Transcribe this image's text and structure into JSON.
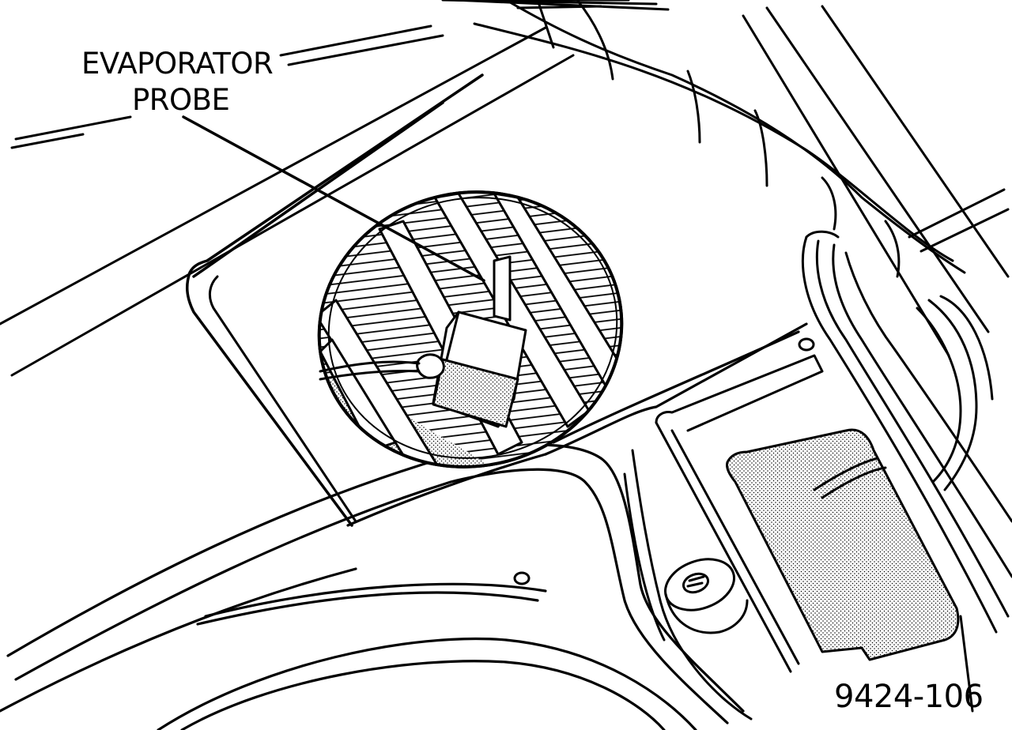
{
  "callout": {
    "line1": "EVAPORATOR",
    "line2": "PROBE"
  },
  "figure": {
    "number": "9424-106"
  },
  "colors": {
    "ink": "#000000",
    "paper": "#ffffff"
  }
}
